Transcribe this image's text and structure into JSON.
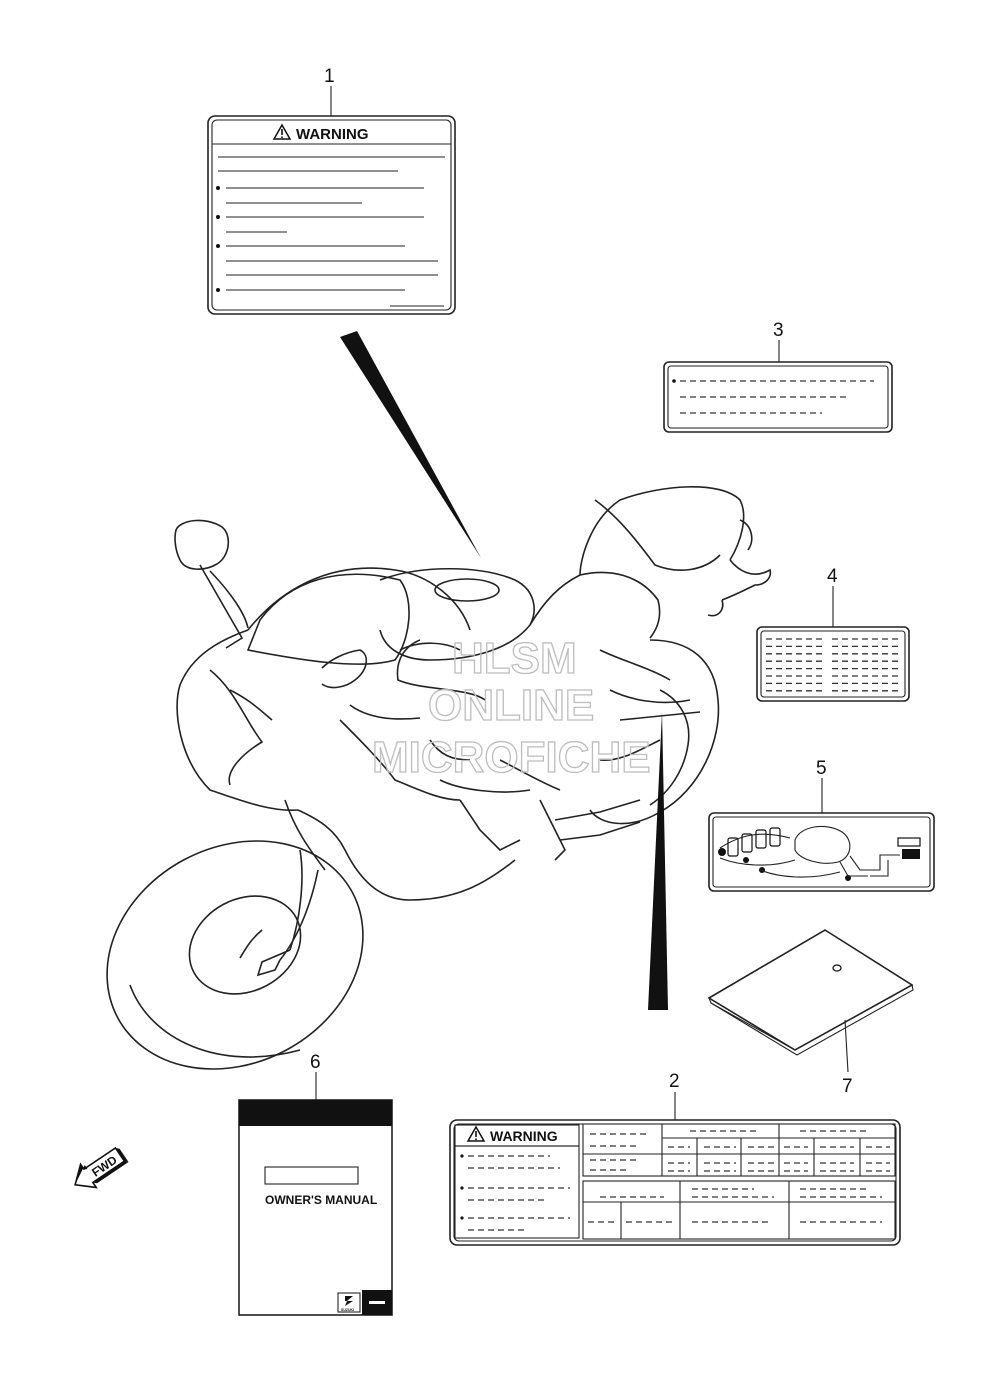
{
  "callouts": [
    "1",
    "2",
    "3",
    "4",
    "5",
    "6",
    "7"
  ],
  "labels": {
    "warning_1": "WARNING",
    "warning_2": "WARNING",
    "manual_title": "OWNER'S MANUAL",
    "brand_mark": "SUZUKI",
    "fwd_arrow": "FWD"
  },
  "watermark": {
    "line1": "HLSM",
    "line2": "ONLINE",
    "line3": "MICROFICHE"
  },
  "icons": [
    "warning-triangle-icon",
    "fwd-arrow-icon",
    "suzuki-logo-icon",
    "motorcycle-outline",
    "wiring-diagram-icon"
  ]
}
